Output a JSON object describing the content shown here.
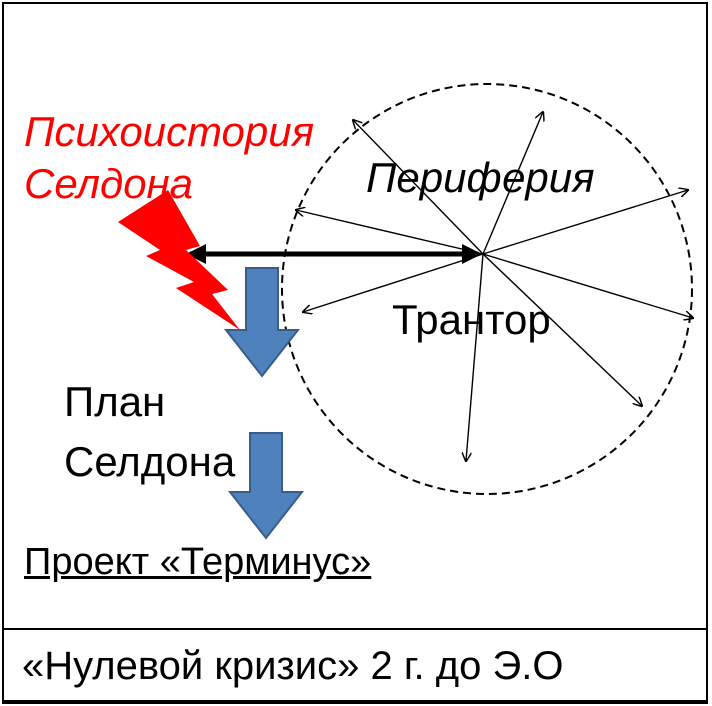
{
  "labels": {
    "psychohistory": "Психоистория Селдона",
    "periphery": "Периферия",
    "trantor": "Трантор",
    "plan": "План Селдона",
    "project": "Проект «Терминус»"
  },
  "footer": {
    "text": "«Нулевой кризис» 2 г. до Э.О"
  },
  "colors": {
    "psychohistory": "#ff0000",
    "lightning": "#ff0000",
    "arrow_fill": "#4f81bd",
    "arrow_stroke": "#385d8a",
    "line": "#000000"
  },
  "icons": {
    "lightning": "lightning-bolt-icon",
    "flow_arrow": "down-arrow-icon"
  }
}
